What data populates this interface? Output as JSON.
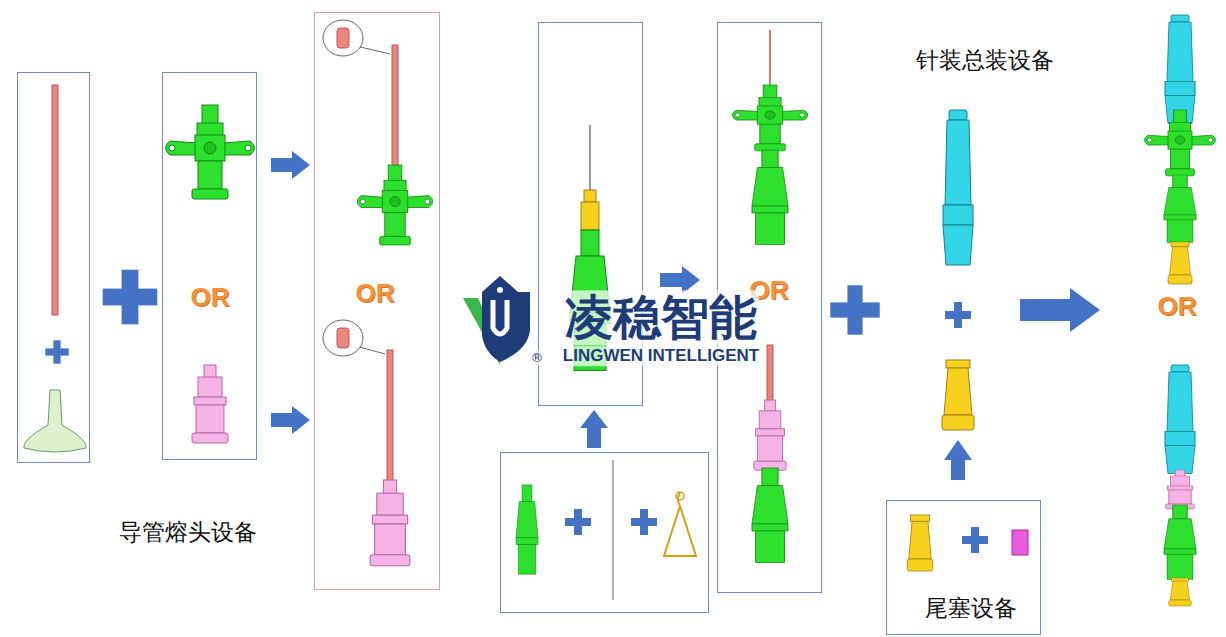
{
  "diagram": {
    "nodes": [
      {
        "text": [
          "OR"
        ]
      },
      {
        "text": [
          "OR"
        ]
      },
      {
        "text": [
          "OR"
        ]
      },
      {
        "text": [
          "尾塞设备"
        ]
      }
    ],
    "edges": [
      {
        "from": 0,
        "to": 1,
        "arrow": "to"
      },
      {
        "from": 0,
        "to": 1,
        "arrow": "to"
      }
    ],
    "labels": [
      "导管熔头设备",
      "针装总装设备",
      "OR",
      "凌稳智能",
      "LINGWEN INTELLIGENT",
      "®"
    ]
  }
}
